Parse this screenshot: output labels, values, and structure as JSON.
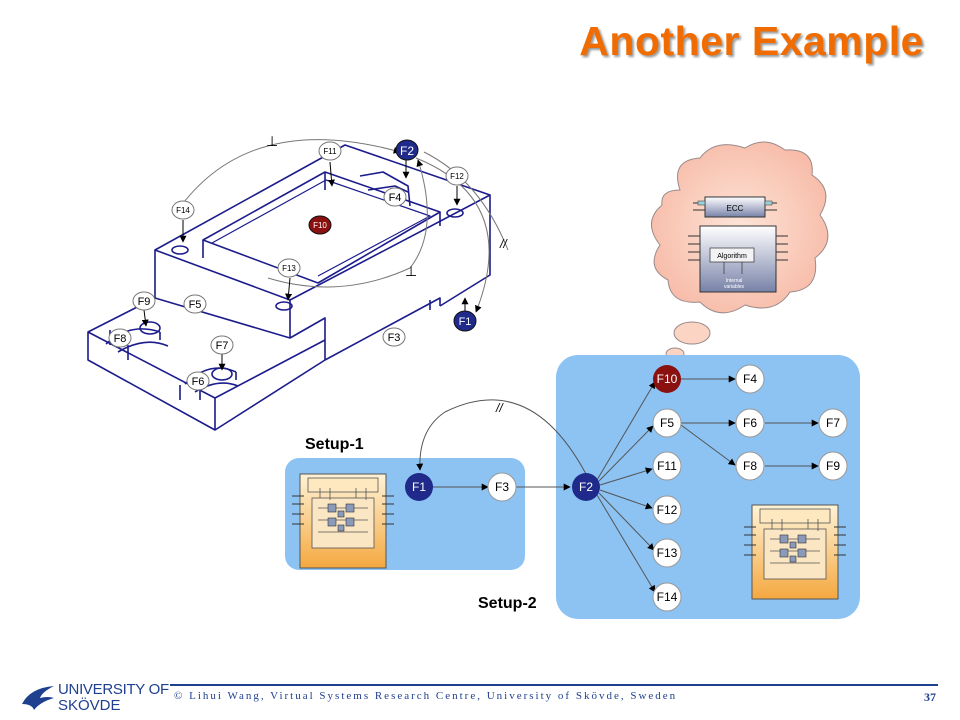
{
  "slide": {
    "title": "Another Example",
    "footer": "© Lihui Wang, Virtual Systems Research Centre, University of Skövde, Sweden",
    "page_number": "37",
    "logo_line1": "UNIVERSITY OF",
    "logo_line2": "SKÖVDE"
  },
  "diagram": {
    "setup1_label": "Setup-1",
    "setup2_label": "Setup-2",
    "graph_nodes": [
      "F1",
      "F3",
      "F2",
      "F10",
      "F4",
      "F5",
      "F6",
      "F7",
      "F8",
      "F9",
      "F11",
      "F12",
      "F13",
      "F14"
    ],
    "part_labels": [
      "F11",
      "F2",
      "F12",
      "F4",
      "F14",
      "F10",
      "F13",
      "F9",
      "F5",
      "F1",
      "F8",
      "F7",
      "F3",
      "F6"
    ],
    "parallel_symbol": "//",
    "perpendicular_symbol": "⊥",
    "ecc_label": "ECC",
    "algorithm_label": "Algorithm",
    "internal_label_1": "Internal",
    "internal_label_2": "variables"
  },
  "colors": {
    "title": "#f06c00",
    "setup_panel": "#8cc3f3",
    "navy_node": "#1f2a8a",
    "dark_red_node": "#8b1010",
    "cloud": "#fbd0c0",
    "footer_blue": "#1f3f8f"
  }
}
